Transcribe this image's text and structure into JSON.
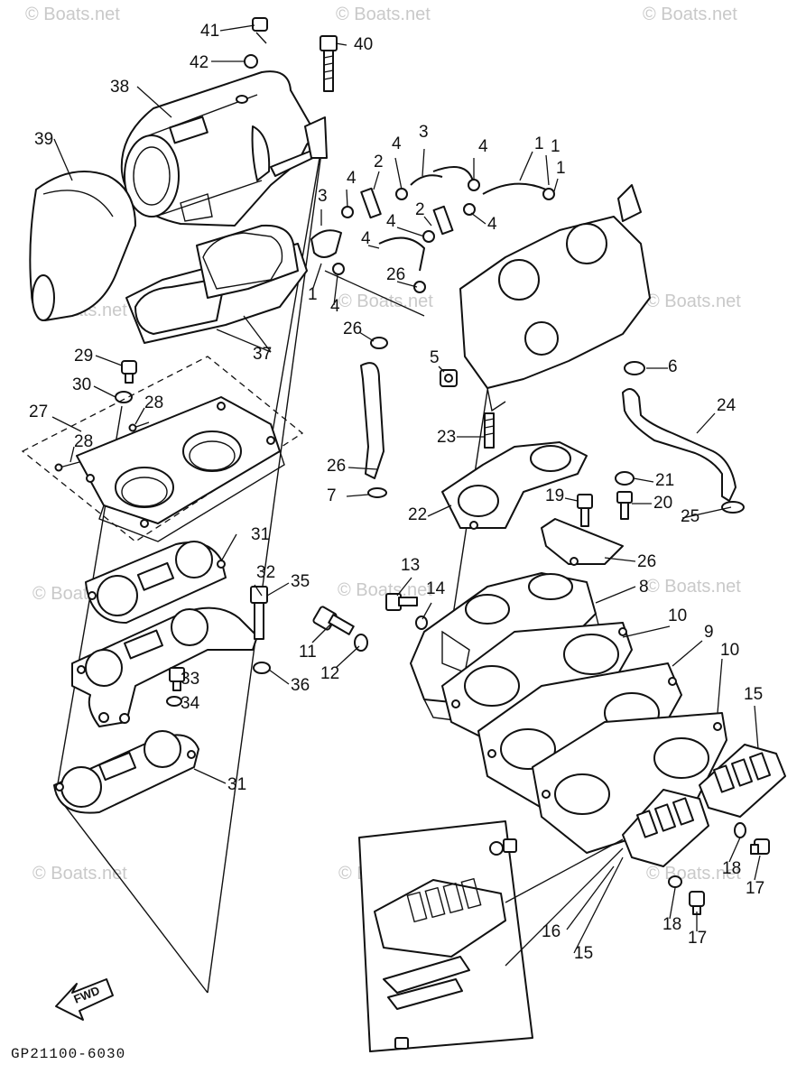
{
  "diagram": {
    "code": "GP21100-6030",
    "fwd_label": "FWD",
    "watermark": "© Boats.net",
    "callouts": [
      "41",
      "42",
      "40",
      "38",
      "39",
      "37",
      "29",
      "30",
      "28",
      "27",
      "28",
      "31",
      "32",
      "35",
      "33",
      "34",
      "31",
      "36",
      "11",
      "12",
      "13",
      "14",
      "8",
      "10",
      "9",
      "10",
      "15",
      "16",
      "15",
      "17",
      "18",
      "17",
      "18",
      "1",
      "2",
      "3",
      "4",
      "4",
      "3",
      "4",
      "1",
      "1",
      "4",
      "2",
      "4",
      "4",
      "1",
      "4",
      "26",
      "26",
      "6",
      "5",
      "23",
      "26",
      "7",
      "22",
      "19",
      "20",
      "21",
      "26",
      "25",
      "24"
    ]
  }
}
